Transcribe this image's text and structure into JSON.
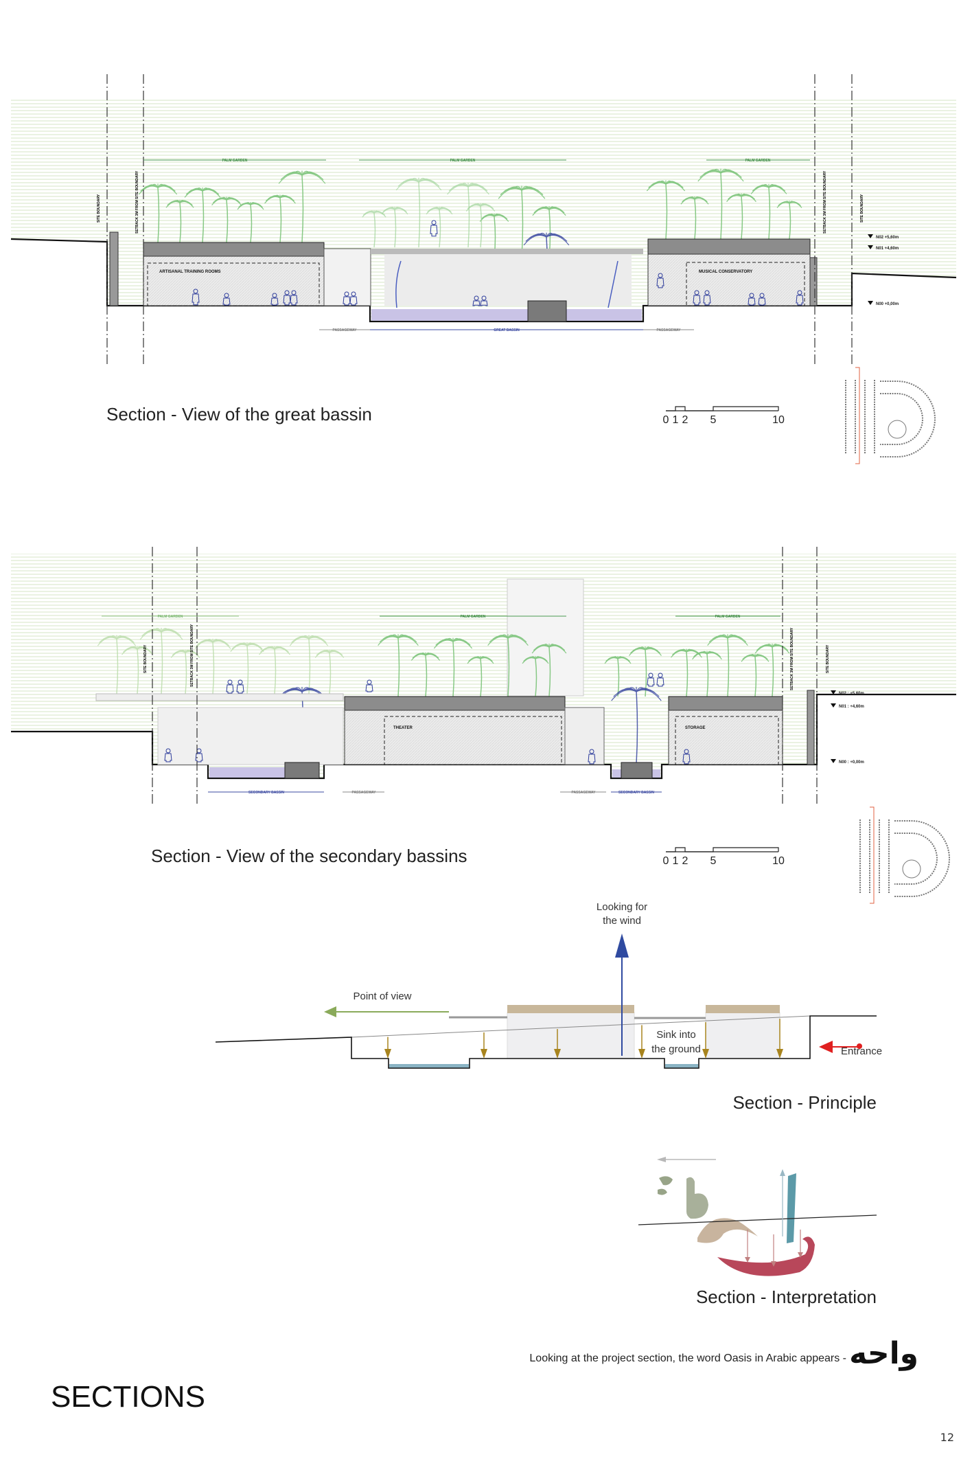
{
  "page": {
    "title": "SECTIONS",
    "page_number": "12"
  },
  "section_great": {
    "caption": "Section - View of the great bassin",
    "zones": [
      "PALM GARDEN",
      "PALM GARDEN",
      "PALM GARDEN"
    ],
    "rooms": [
      "ARTISANAL TRAINING ROOMS",
      "MUSICAL CONSERVATORY"
    ],
    "ground_labels": [
      "PASSAGEWAY",
      "GREAT BASSIN",
      "PASSAGEWAY"
    ],
    "boundaries": [
      "SITE BOUNDARY",
      "SETBACK 3M FROM SITE BOUNDARY",
      "SETBACK 3M FROM SITE BOUNDARY",
      "SITE BOUNDARY"
    ],
    "levels": [
      "N02 +5,60m",
      "N01 +4,60m",
      "N00 +0,00m"
    ],
    "scale": [
      "0",
      "1",
      "2",
      "5",
      "10"
    ]
  },
  "section_secondary": {
    "caption": "Section - View of the secondary bassins",
    "zones": [
      "PALM GARDEN",
      "PALM GARDEN",
      "PALM GARDEN"
    ],
    "rooms": [
      "THEATER",
      "STORAGE"
    ],
    "ground_labels": [
      "SECONDARY BASSIN",
      "PASSAGEWAY",
      "PASSAGEWAY",
      "SECONDARY BASSIN"
    ],
    "boundaries": [
      "SITE BOUNDARY",
      "SETBACK 3M FROM SITE BOUNDARY",
      "SETBACK 3M FROM SITE BOUNDARY",
      "SITE BOUNDARY"
    ],
    "levels": [
      "N02 : +5,60m",
      "N01 : +4,60m",
      "N00 : +0,00m"
    ],
    "scale": [
      "0",
      "1",
      "2",
      "5",
      "10"
    ]
  },
  "principle": {
    "caption": "Section - Principle",
    "wind": [
      "Looking for",
      "the wind"
    ],
    "point_of_view": "Point of view",
    "sink": [
      "Sink into",
      "the ground"
    ],
    "entrance": "Entrance"
  },
  "interpretation": {
    "caption": "Section - Interpretation",
    "note": "Looking at the project section, the word Oasis in Arabic appears -",
    "arabic_word": "واحه"
  },
  "colors": {
    "palm": "#7cc47a",
    "water": "#c9c3e6",
    "figure": "#2b3a9a",
    "wind": "#2f4aa0",
    "view": "#8aaa5a",
    "sink": "#a8841e",
    "entrance": "#e02020",
    "roof": "#c8b79a"
  }
}
